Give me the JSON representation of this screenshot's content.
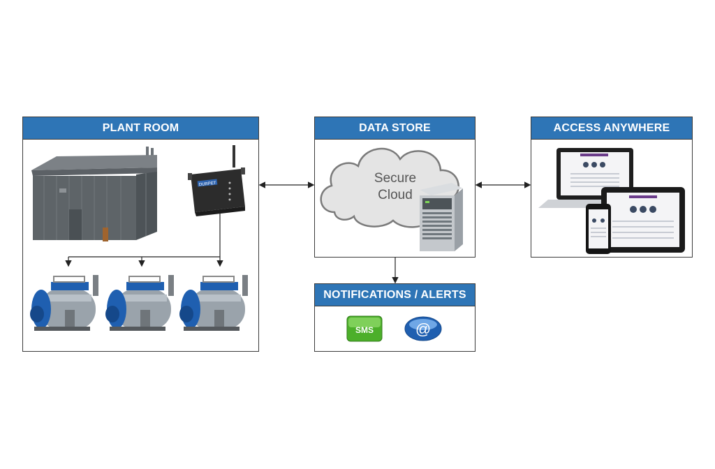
{
  "panels": {
    "plant_room": {
      "title": "PLANT ROOM"
    },
    "data_store": {
      "title": "DATA STORE",
      "cloud_line1": "Secure",
      "cloud_line2": "Cloud"
    },
    "access": {
      "title": "ACCESS ANYWHERE"
    },
    "notifications": {
      "title": "NOTIFICATIONS / ALERTS",
      "sms_label": "SMS",
      "email_symbol": "@"
    }
  },
  "device": {
    "brand": "DURPET"
  },
  "colors": {
    "header": "#2e75b6",
    "boiler_body": "#9aa3ab",
    "boiler_end": "#1f5fb0",
    "building": "#5e6468",
    "sms": "#4caf2a"
  }
}
